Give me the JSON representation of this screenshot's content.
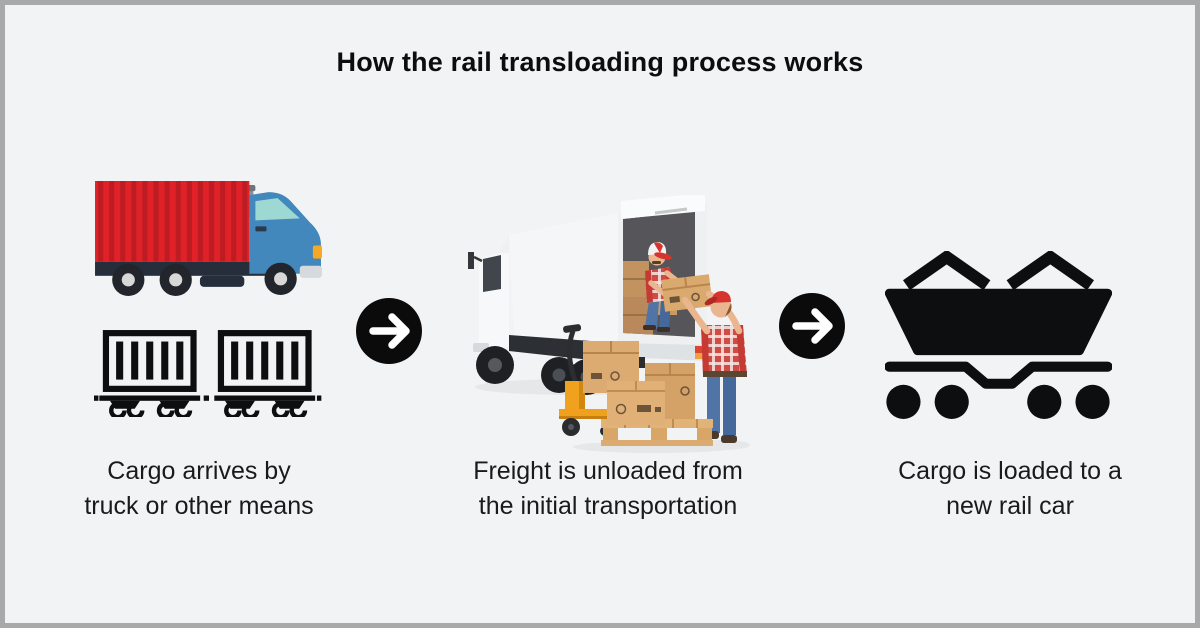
{
  "title": "How the rail transloading process works",
  "frame": {
    "background": "#f2f3f5",
    "border_color": "#a7a9ab"
  },
  "steps": [
    {
      "id": "arrival",
      "icons": [
        "container-truck-icon",
        "rail-wagons-icon"
      ],
      "caption": {
        "line1": "Cargo arrives by",
        "line2": "truck or other means"
      }
    },
    {
      "id": "unloading",
      "icons": [
        "workers-unloading-truck-illustration"
      ],
      "caption": {
        "line1": "Freight is unloaded from",
        "line2": "the initial transportation"
      }
    },
    {
      "id": "loading",
      "icons": [
        "open-top-rail-car-icon"
      ],
      "caption": {
        "line1": "Cargo is loaded to a",
        "line2": "new rail car"
      }
    }
  ],
  "arrows": [
    {
      "icon": "arrow-right-icon"
    },
    {
      "icon": "arrow-right-icon"
    }
  ],
  "colors": {
    "text": "#1a1a1a",
    "title_text": "#0d0d0d",
    "arrow_circle": "#0b0b0c",
    "icon_black": "#0c0e10",
    "truck_container_red": "#e02128",
    "truck_container_red_dark": "#b5181d",
    "truck_cab_blue": "#4288bd",
    "windshield_teal": "#9ed8d3",
    "chassis_dark": "#262e3c",
    "signal_orange": "#f6a723",
    "box_truck_white": "#f5f6f7",
    "interior_dark": "#515155",
    "cardboard_tan": "#dcab72",
    "pallet_wood": "#e2b377",
    "pallet_jack_yellow": "#efa11d",
    "jeans_blue": "#4f74a5",
    "plaid_shirt_red": "#cf4b45",
    "cap_red": "#d6352f",
    "skin": "#eab68f"
  }
}
